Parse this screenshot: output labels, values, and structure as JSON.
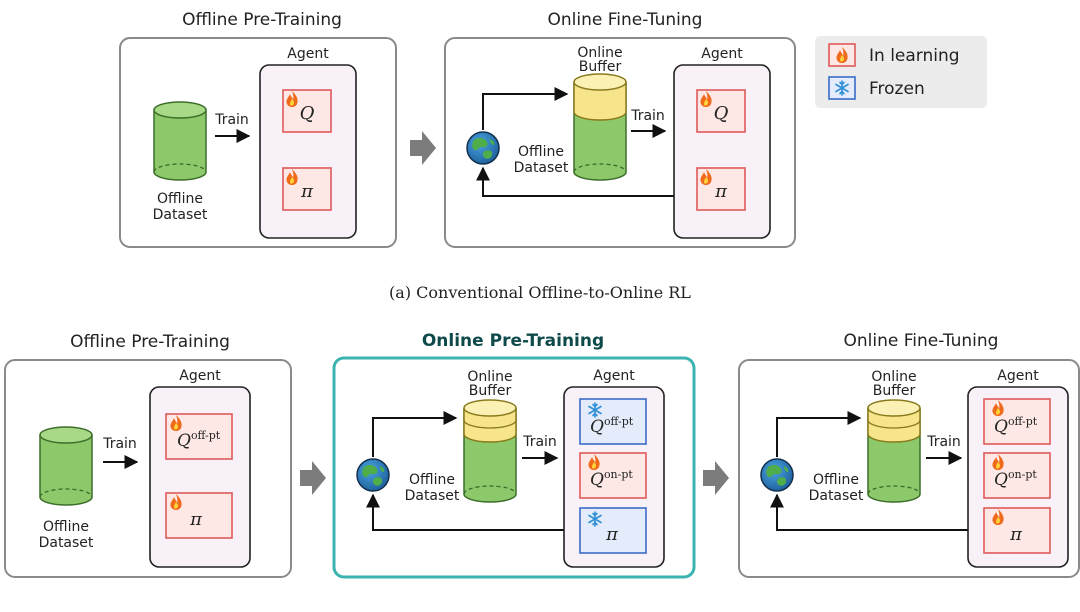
{
  "legend": {
    "learning_label": "In learning",
    "frozen_label": "Frozen",
    "learning_icon": "fire-icon",
    "frozen_icon": "snowflake-icon"
  },
  "top": {
    "caption": "(a) Conventional Offline-to-Online RL",
    "offline_pretraining": {
      "title": "Offline Pre-Training",
      "agent_title": "Agent",
      "train_label": "Train",
      "dataset_label_line1": "Offline",
      "dataset_label_line2": "Dataset",
      "q_label": "Q",
      "pi_label": "π"
    },
    "online_finetuning": {
      "title": "Online Fine-Tuning",
      "agent_title": "Agent",
      "buffer_label_line1": "Online",
      "buffer_label_line2": "Buffer",
      "dataset_label_line1": "Offline",
      "dataset_label_line2": "Dataset",
      "train_label": "Train",
      "q_label": "Q",
      "pi_label": "π"
    }
  },
  "bottom": {
    "offline_pretraining": {
      "title": "Offline Pre-Training",
      "agent_title": "Agent",
      "train_label": "Train",
      "dataset_label_line1": "Offline",
      "dataset_label_line2": "Dataset",
      "q_label": "Q",
      "q_sup": "off-pt",
      "pi_label": "π"
    },
    "online_pretraining": {
      "title": "Online Pre-Training",
      "agent_title": "Agent",
      "buffer_label_line1": "Online",
      "buffer_label_line2": "Buffer",
      "dataset_label_line1": "Offline",
      "dataset_label_line2": "Dataset",
      "train_label": "Train",
      "q1_label": "Q",
      "q1_sup": "off-pt",
      "q2_label": "Q",
      "q2_sup": "on-pt",
      "pi_label": "π"
    },
    "online_finetuning": {
      "title": "Online Fine-Tuning",
      "agent_title": "Agent",
      "buffer_label_line1": "Online",
      "buffer_label_line2": "Buffer",
      "dataset_label_line1": "Offline",
      "dataset_label_line2": "Dataset",
      "train_label": "Train",
      "q1_label": "Q",
      "q1_sup": "off-pt",
      "q2_label": "Q",
      "q2_sup": "on-pt",
      "pi_label": "π"
    }
  },
  "colors": {
    "learning_border": "#e05a5a",
    "learning_fill": "#fde8e6",
    "frozen_border": "#3a6cc8",
    "frozen_fill": "#e4ecfb",
    "dataset_green": "#8dc96b",
    "buffer_yellow": "#f6e58a",
    "highlight_teal": "#3bb3b0",
    "highlight_title": "#0e4a4a"
  }
}
